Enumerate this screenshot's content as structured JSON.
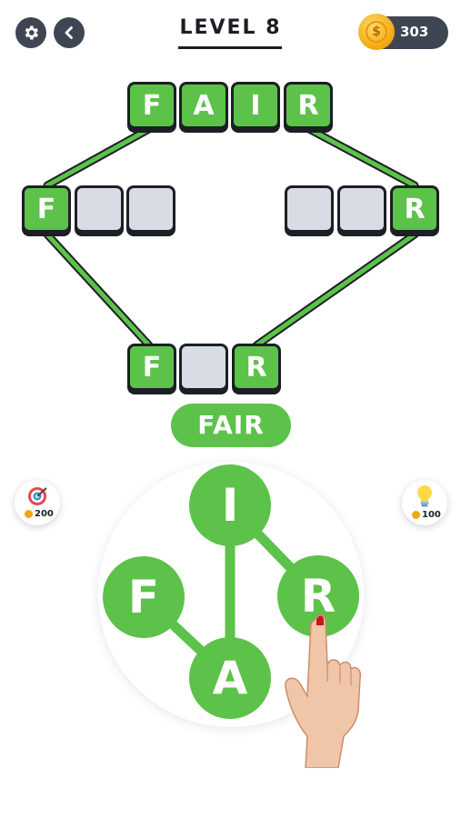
{
  "header": {
    "title": "LEVEL 8",
    "coins": "303",
    "settings_icon": "gear-icon",
    "back_icon": "chevron-left-icon"
  },
  "crossword": {
    "top_word": [
      "F",
      "A",
      "I",
      "R"
    ],
    "left_row": [
      "F",
      "",
      ""
    ],
    "right_row": [
      "",
      "",
      "R"
    ],
    "bottom_row": [
      "F",
      "",
      "R"
    ]
  },
  "current_word": "FAIR",
  "powerups": {
    "target": {
      "icon": "target-icon",
      "cost": "200"
    },
    "hint": {
      "icon": "lightbulb-icon",
      "cost": "100"
    }
  },
  "wheel": {
    "letters": [
      "I",
      "F",
      "R",
      "A"
    ]
  },
  "colors": {
    "accent": "#5cc24a",
    "dark": "#3f4653",
    "empty_tile": "#d8dde5",
    "coin": "#f2a70d"
  }
}
